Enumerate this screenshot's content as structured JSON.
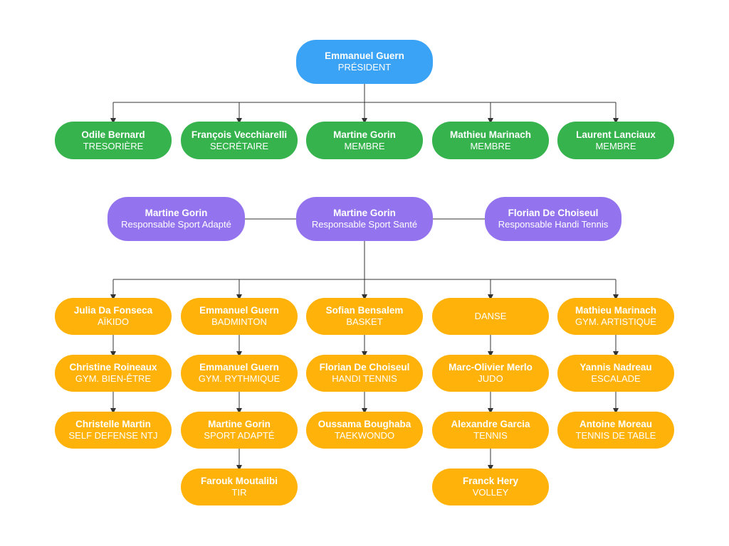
{
  "president": {
    "name": "Emmanuel Guern",
    "role": "PRÉSIDENT",
    "color": "#3ba3f5"
  },
  "bureau": [
    {
      "name": "Odile Bernard",
      "role": "TRESORIÈRE"
    },
    {
      "name": "François Vecchiarelli",
      "role": "SECRÉTAIRE"
    },
    {
      "name": "Martine Gorin",
      "role": "MEMBRE"
    },
    {
      "name": "Mathieu Marinach",
      "role": "MEMBRE"
    },
    {
      "name": "Laurent Lanciaux",
      "role": "MEMBRE"
    }
  ],
  "responsables": [
    {
      "name": "Martine Gorin",
      "role": "Responsable Sport Adapté"
    },
    {
      "name": "Martine Gorin",
      "role": "Responsable Sport Santé"
    },
    {
      "name": "Florian De Choiseul",
      "role": "Responsable Handi Tennis"
    }
  ],
  "sections": [
    [
      {
        "name": "Julia Da Fonseca",
        "role": "AÏKIDO"
      },
      {
        "name": "Christine Roineaux",
        "role": "GYM. BIEN-ÊTRE"
      },
      {
        "name": "Christelle Martin",
        "role": "SELF DEFENSE NTJ"
      }
    ],
    [
      {
        "name": "Emmanuel Guern",
        "role": "BADMINTON"
      },
      {
        "name": "Emmanuel Guern",
        "role": "GYM. RYTHMIQUE"
      },
      {
        "name": "Martine Gorin",
        "role": "SPORT ADAPTÉ"
      },
      {
        "name": "Farouk Moutalibi",
        "role": "TIR"
      }
    ],
    [
      {
        "name": "Sofian Bensalem",
        "role": "BASKET"
      },
      {
        "name": "Florian De Choiseul",
        "role": "HANDI TENNIS"
      },
      {
        "name": "Oussama Boughaba",
        "role": "TAEKWONDO"
      }
    ],
    [
      {
        "name": "",
        "role": "DANSE"
      },
      {
        "name": "Marc-Olivier Merlo",
        "role": "JUDO"
      },
      {
        "name": "Alexandre Garcia",
        "role": "TENNIS"
      },
      {
        "name": "Franck Hery",
        "role": "VOLLEY"
      }
    ],
    [
      {
        "name": "Mathieu Marinach",
        "role": "GYM. ARTISTIQUE"
      },
      {
        "name": "Yannis Nadreau",
        "role": "ESCALADE"
      },
      {
        "name": "Antoine Moreau",
        "role": "TENNIS DE TABLE"
      }
    ]
  ],
  "colors": {
    "president": "#3ba3f5",
    "bureau": "#36b34d",
    "responsables": "#9474ee",
    "sections": "#ffb30a",
    "connector": "#333333"
  }
}
